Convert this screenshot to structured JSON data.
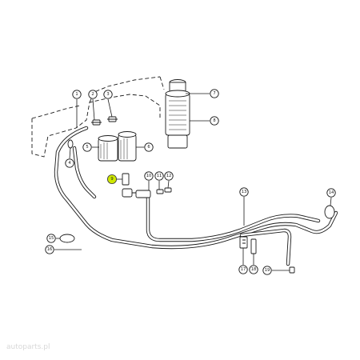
{
  "callouts": [
    {
      "id": "c1",
      "label": "1"
    },
    {
      "id": "c2",
      "label": "2"
    },
    {
      "id": "c3",
      "label": "3"
    },
    {
      "id": "c4",
      "label": "4"
    },
    {
      "id": "c5",
      "label": "5"
    },
    {
      "id": "c6",
      "label": "6"
    },
    {
      "id": "c7",
      "label": "7"
    },
    {
      "id": "c8",
      "label": "8"
    },
    {
      "id": "c9",
      "label": "9",
      "highlight": true
    },
    {
      "id": "c10",
      "label": "10"
    },
    {
      "id": "c11",
      "label": "11"
    },
    {
      "id": "c12",
      "label": "12"
    },
    {
      "id": "c13",
      "label": "13"
    },
    {
      "id": "c14",
      "label": "14"
    },
    {
      "id": "c15",
      "label": "15"
    },
    {
      "id": "c16",
      "label": "16"
    },
    {
      "id": "c17",
      "label": "17"
    },
    {
      "id": "c18",
      "label": "18"
    },
    {
      "id": "c19",
      "label": "19"
    }
  ],
  "colors": {
    "highlight": "#cfe800",
    "ink": "#1a1a1a"
  },
  "watermark": "autoparts.pl"
}
